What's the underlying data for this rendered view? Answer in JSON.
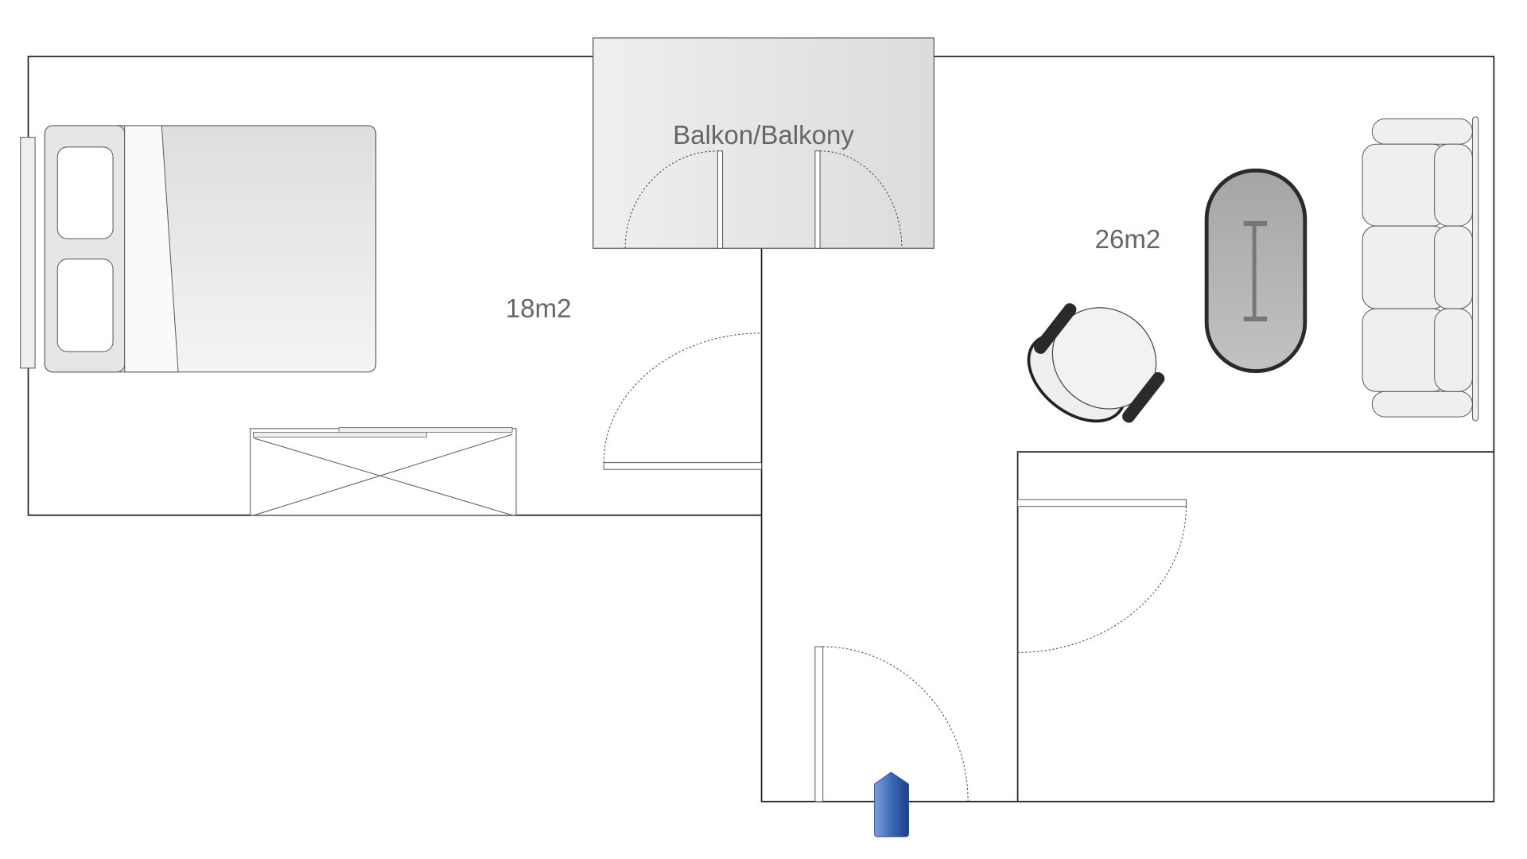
{
  "floorplan": {
    "balcony_label": "Balkon/Balkony",
    "bedroom_area": "18m2",
    "living_area": "26m2"
  },
  "colors": {
    "wall": "#222222",
    "furniture_fill": "#eeeeee",
    "table_fill": "#b5b5b5",
    "entrance_marker": "#3a68b8"
  },
  "icons": [
    "bed-icon",
    "wardrobe-icon",
    "sofa-icon",
    "armchair-icon",
    "coffee-table-icon",
    "entrance-arrow-icon"
  ]
}
